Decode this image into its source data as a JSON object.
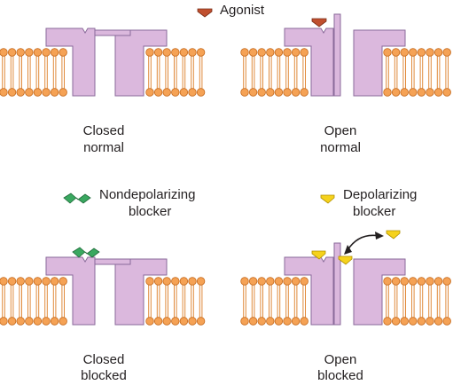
{
  "legend": {
    "agonist": "Agonist",
    "nondepolarizing_line1": "Nondepolarizing",
    "nondepolarizing_line2": "blocker",
    "depolarizing_line1": "Depolarizing",
    "depolarizing_line2": "blocker"
  },
  "panels": [
    {
      "id": "closed-normal",
      "line1": "Closed",
      "line2": "normal"
    },
    {
      "id": "open-normal",
      "line1": "Open",
      "line2": "normal"
    },
    {
      "id": "closed-blocked",
      "line1": "Closed",
      "line2": "blocked"
    },
    {
      "id": "open-blocked",
      "line1": "Open",
      "line2": "blocked"
    }
  ],
  "colors": {
    "channel": "#dbb8dd",
    "channel_stroke": "#8a6a9a",
    "lipid": "#f5a255",
    "lipid_stroke": "#c66a1d",
    "tail": "#e08a3c",
    "agonist": "#c0502f",
    "nondepolarizing": "#3aa860",
    "depolarizing": "#f5d21c"
  }
}
